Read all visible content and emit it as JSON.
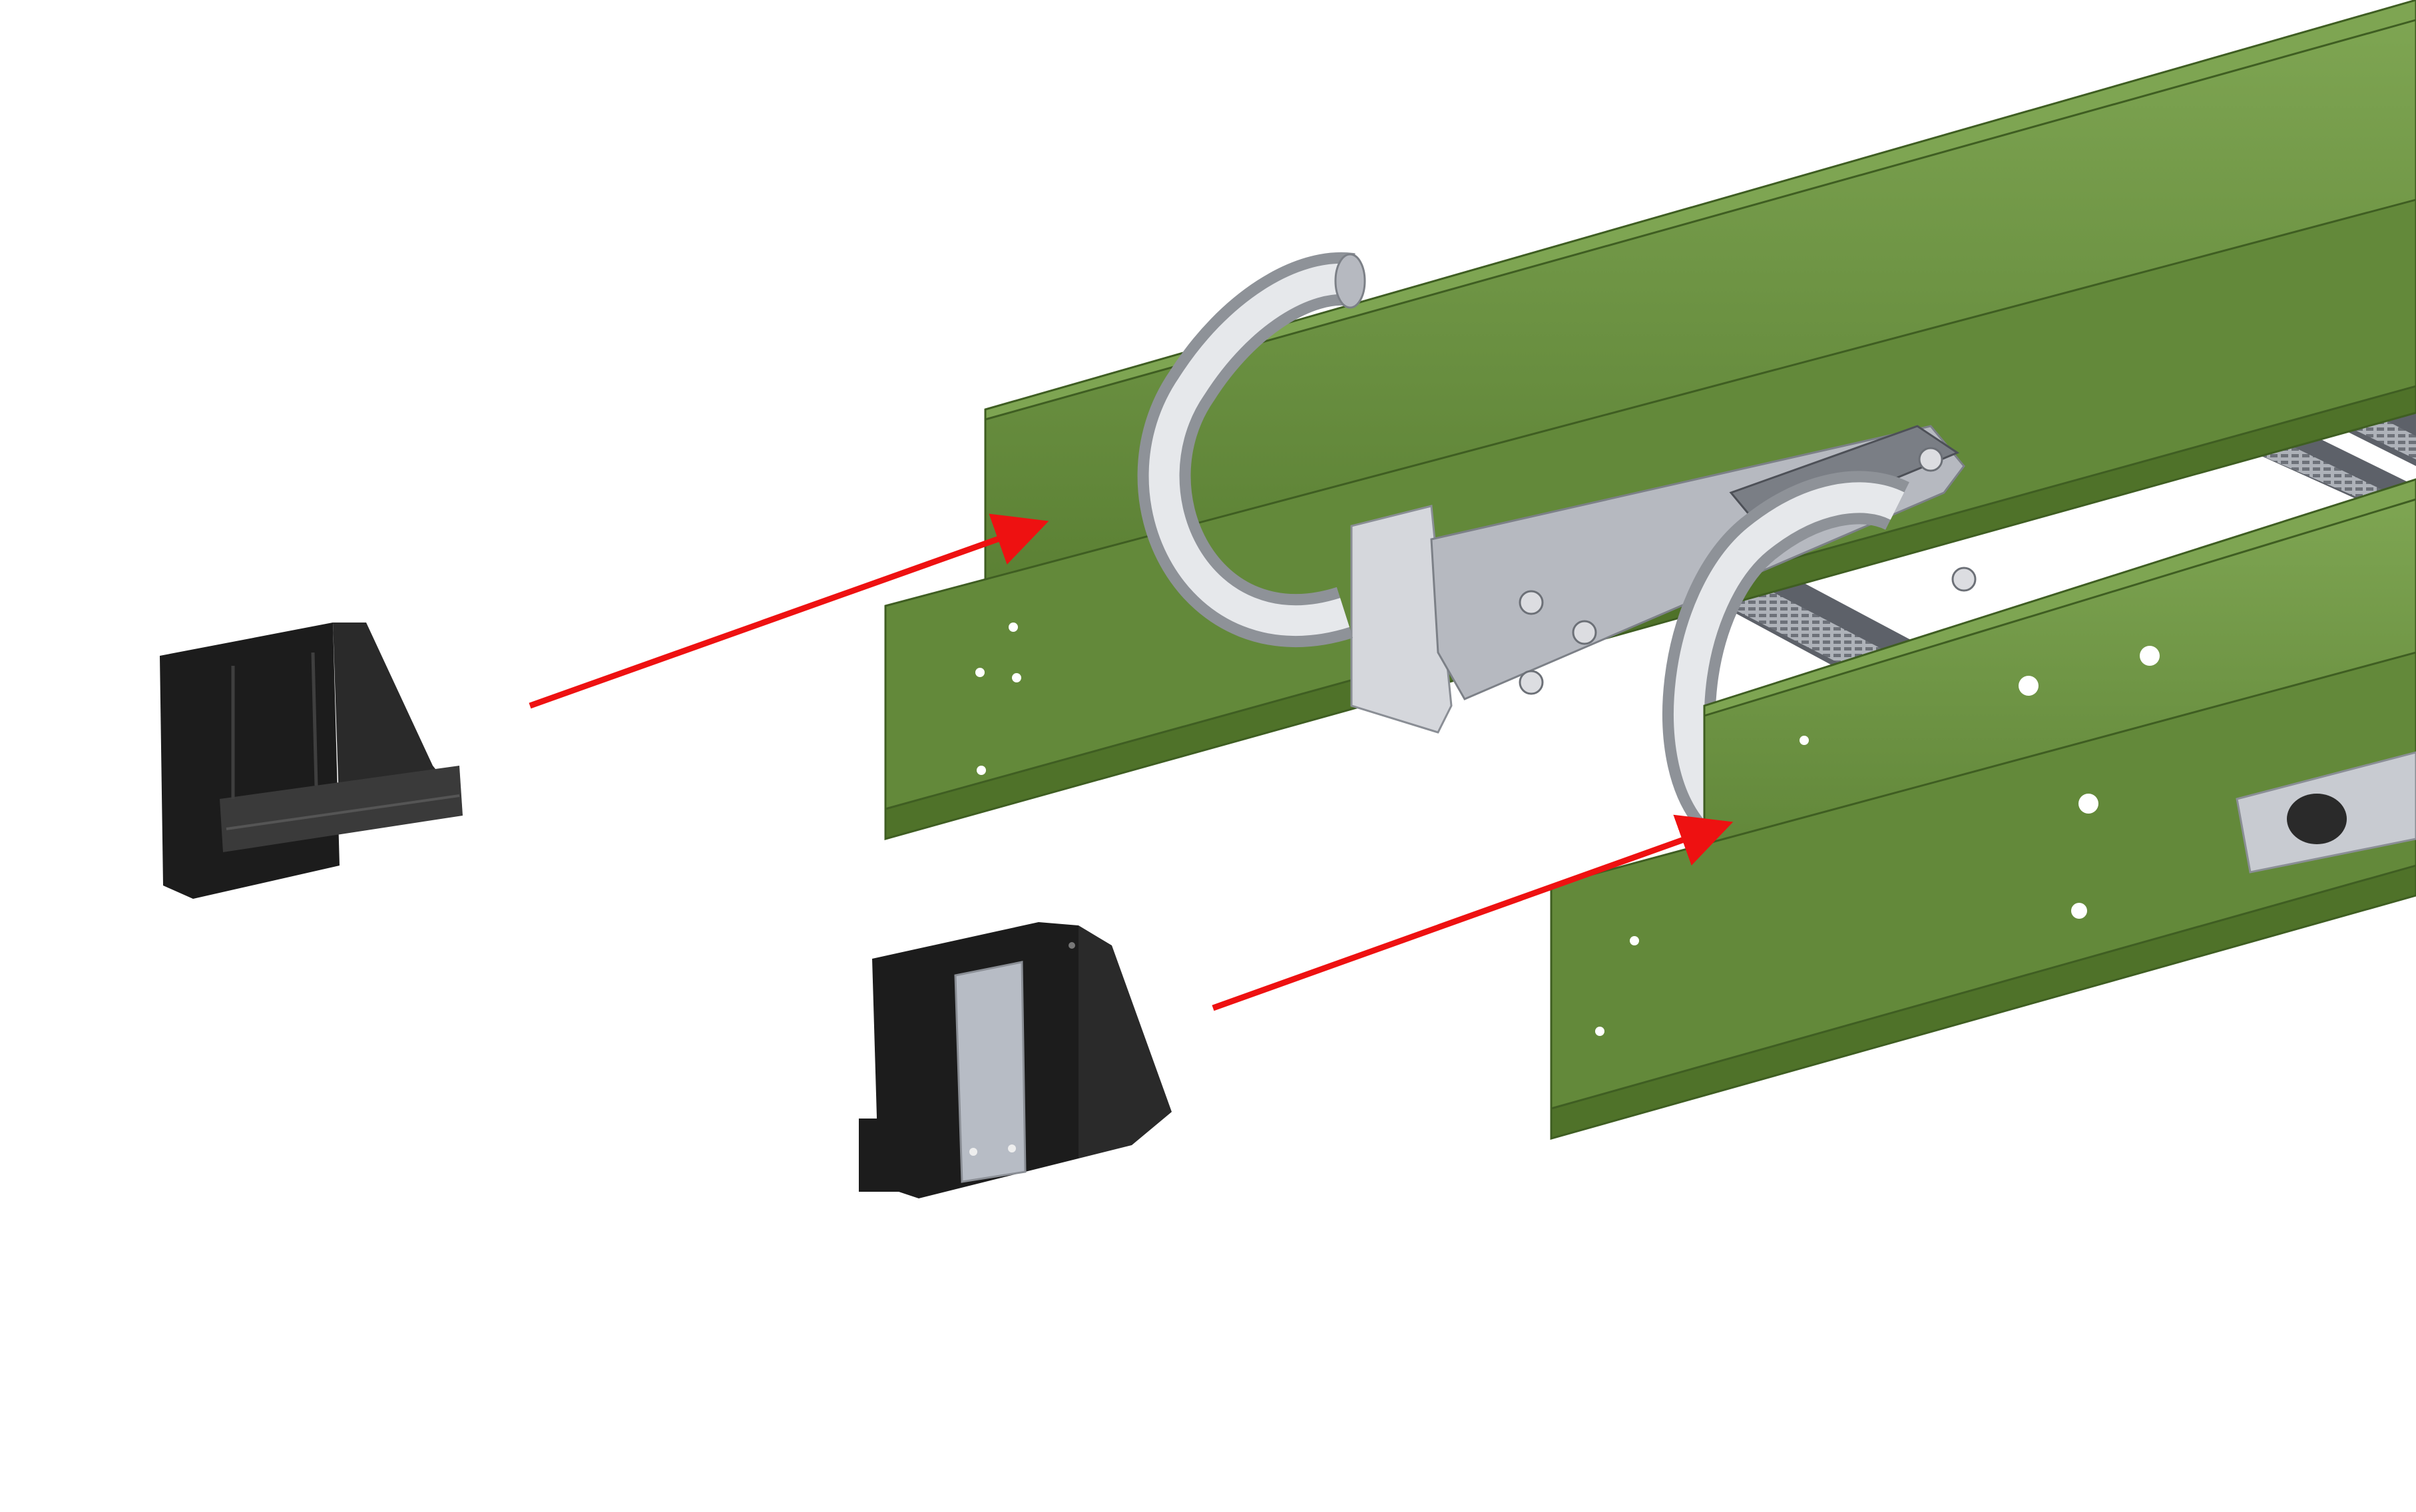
{
  "scene": {
    "kind": "exploded assembly illustration",
    "text_labels": []
  },
  "colors": {
    "background": "#ffffff",
    "rail_green": "#63893a",
    "rail_green_light": "#7ea552",
    "rail_green_dark": "#3f5e22",
    "cap_black": "#1c1c1c",
    "cap_black_light": "#3a3a3a",
    "tube_silver": "#c9ccd2",
    "bar_gray": "#5d6169",
    "bracket_gray": "#c8cbd1",
    "arrow_red": "#ee1111"
  },
  "parts": [
    {
      "id": "rail-left",
      "name": "left-chassis-rail"
    },
    {
      "id": "rail-right",
      "name": "right-chassis-rail"
    },
    {
      "id": "end-cap-a",
      "name": "end-cap-upper"
    },
    {
      "id": "end-cap-b",
      "name": "end-cap-lower"
    }
  ],
  "arrows": [
    {
      "from": "end-cap-upper",
      "to": "left-chassis-rail"
    },
    {
      "from": "end-cap-lower",
      "to": "right-chassis-rail"
    }
  ]
}
